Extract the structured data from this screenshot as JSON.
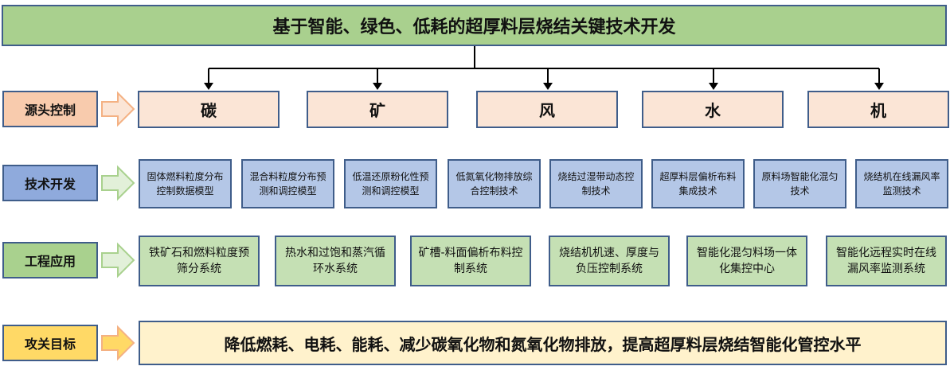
{
  "title": "基于智能、绿色、低耗的超厚料层烧结关键技术开发",
  "rows": {
    "source": {
      "label": "源头控制",
      "items": [
        "碳",
        "矿",
        "风",
        "水",
        "机"
      ]
    },
    "tech": {
      "label": "技术开发",
      "items": [
        "固体燃料粒度分布控制数据模型",
        "混合料粒度分布预测和调控模型",
        "低温还原粉化性预测和调控模型",
        "低氮氧化物排放综合控制技术",
        "烧结过湿带动态控制技术",
        "超厚料层偏析布料集成技术",
        "原料场智能化混匀技术",
        "烧结机在线漏风率监测技术"
      ]
    },
    "eng": {
      "label": "工程应用",
      "items": [
        "铁矿石和燃料粒度预筛分系统",
        "热水和过饱和蒸汽循环水系统",
        "矿槽-料面偏析布料控制系统",
        "烧结机机速、厚度与负压控制系统",
        "智能化混匀料场一体化集控中心",
        "智能化远程实时在线漏风率监测系统"
      ]
    },
    "goal": {
      "label": "攻关目标",
      "text": "降低燃耗、电耗、能耗、减少碳氧化物和氮氧化物排放，提高超厚料层烧结智能化管控水平"
    }
  }
}
